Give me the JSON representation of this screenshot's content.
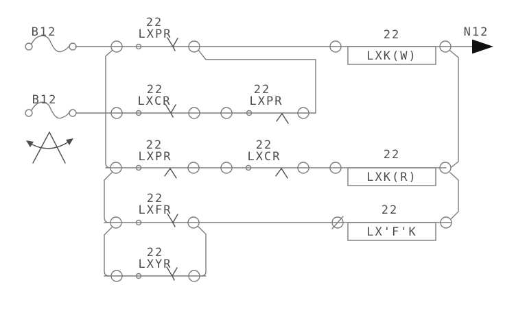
{
  "colors": {
    "wire": "#7c7c7c",
    "text": "#4d4d4d",
    "arrow_fill": "#111111",
    "background": "#ffffff"
  },
  "sources": {
    "top_fuse": {
      "label": "B12"
    },
    "bottom_fuse": {
      "label": "B12"
    }
  },
  "output_terminal": {
    "label": "N12"
  },
  "contacts": {
    "r1_lxpr": {
      "num": "22",
      "name": "LXPR",
      "type": "front"
    },
    "r2_lxcr": {
      "num": "22",
      "name": "LXCR",
      "type": "front"
    },
    "r2_lxpr": {
      "num": "22",
      "name": "LXPR",
      "type": "back"
    },
    "r3_lxpr": {
      "num": "22",
      "name": "LXPR",
      "type": "back"
    },
    "r3_lxcr": {
      "num": "22",
      "name": "LXCR",
      "type": "back"
    },
    "r4_lxfr": {
      "num": "22",
      "name": "LXFR",
      "type": "front"
    },
    "r5_lxyr": {
      "num": "22",
      "name": "LXYR",
      "type": "front"
    }
  },
  "relay_coils": {
    "lxk_w": {
      "num": "22",
      "name": "LXK(W)"
    },
    "lxk_r": {
      "num": "22",
      "name": "LXK(R)"
    },
    "lxfk": {
      "num": "22",
      "name": "LX'F'K"
    }
  }
}
